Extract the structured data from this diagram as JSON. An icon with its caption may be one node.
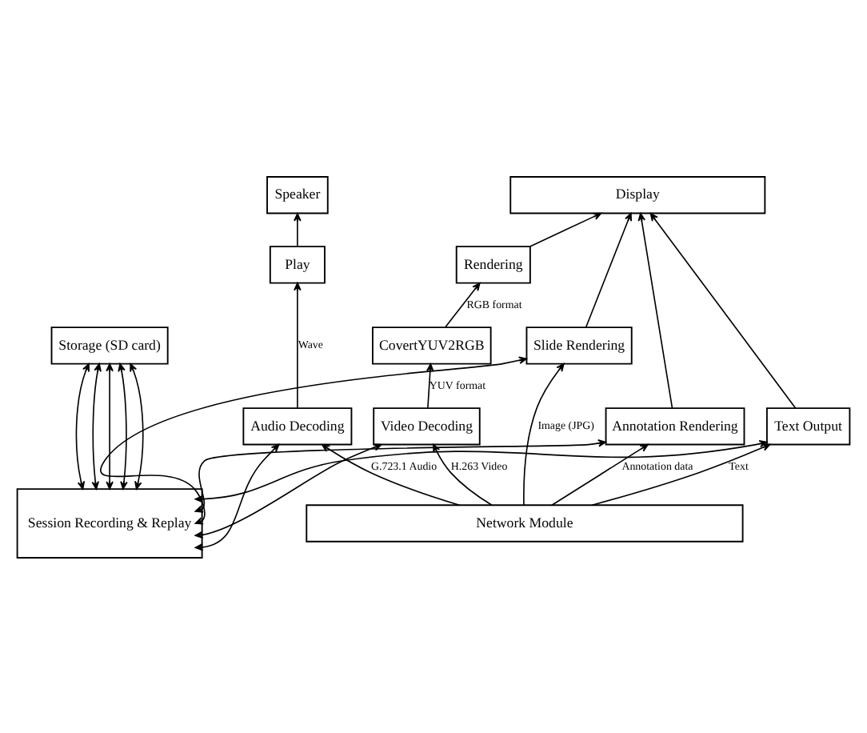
{
  "diagram": {
    "nodes": [
      {
        "text": [
          "Speaker"
        ]
      },
      {
        "text": [
          "Display"
        ]
      },
      {
        "text": [
          "Play"
        ]
      },
      {
        "text": [
          "Rendering"
        ]
      },
      {
        "text": [
          "Slide Rendering"
        ]
      },
      {
        "text": [
          "Storage (SD card)"
        ]
      },
      {
        "text": [
          "CovertYUV2RGB"
        ]
      },
      {
        "text": [
          "Annotation Rendering"
        ]
      },
      {
        "text": [
          "Text Output"
        ]
      },
      {
        "text": [
          "Audio Decoding"
        ]
      },
      {
        "text": [
          "Video Decoding"
        ]
      },
      {
        "text": [
          "Session Recording & Replay"
        ]
      },
      {
        "text": [
          "Network Module"
        ]
      }
    ],
    "edges": [
      {
        "from": 2,
        "to": 0,
        "arrow": "to"
      },
      {
        "from": 3,
        "to": 1,
        "arrow": "to"
      },
      {
        "from": 4,
        "to": 1,
        "arrow": "to"
      },
      {
        "from": 7,
        "to": 1,
        "arrow": "to"
      },
      {
        "from": 8,
        "to": 1,
        "arrow": "to"
      },
      {
        "from": 9,
        "to": 2,
        "arrow": "to",
        "label": "Wave"
      },
      {
        "from": 6,
        "to": 3,
        "arrow": "to",
        "label": "RGB format"
      },
      {
        "from": 10,
        "to": 6,
        "arrow": "to",
        "label": "YUV format"
      },
      {
        "from": 12,
        "to": 9,
        "arrow": "to",
        "label": "G.723.1 Audio"
      },
      {
        "from": 12,
        "to": 10,
        "arrow": "to",
        "label": "H.263 Video"
      },
      {
        "from": 12,
        "to": 4,
        "arrow": "to",
        "label": "Image (JPG)"
      },
      {
        "from": 12,
        "to": 7,
        "arrow": "to",
        "label": "Annotation data"
      },
      {
        "from": 12,
        "to": 8,
        "arrow": "to",
        "label": "Text"
      },
      {
        "from": 11,
        "to": 5,
        "arrow": "both"
      },
      {
        "from": 11,
        "to": 5,
        "arrow": "both"
      },
      {
        "from": 11,
        "to": 5,
        "arrow": "both"
      },
      {
        "from": 11,
        "to": 5,
        "arrow": "both"
      },
      {
        "from": 11,
        "to": 5,
        "arrow": "both"
      },
      {
        "from": 11,
        "to": 8,
        "arrow": "both"
      },
      {
        "from": 11,
        "to": 7,
        "arrow": "both"
      },
      {
        "from": 11,
        "to": 4,
        "arrow": "both"
      },
      {
        "from": 11,
        "to": 10,
        "arrow": "both"
      },
      {
        "from": 11,
        "to": 9,
        "arrow": "both"
      }
    ]
  }
}
